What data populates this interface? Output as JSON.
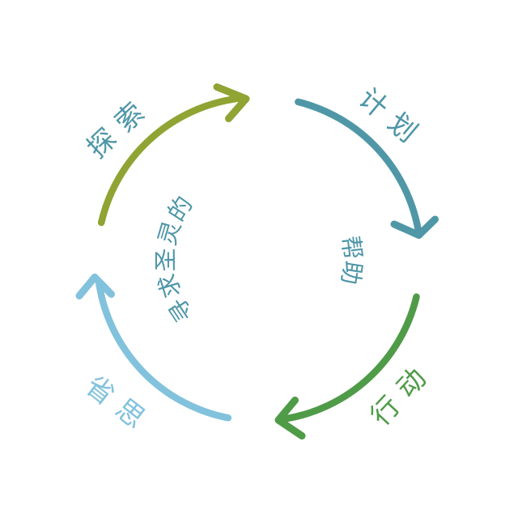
{
  "diagram": {
    "kind": "cycle",
    "direction": "clockwise",
    "steps": [
      {
        "id": "explore",
        "label": "探索",
        "position": "top-left",
        "arrow_color": "#8FA433",
        "label_color": "#4E96A8"
      },
      {
        "id": "plan",
        "label": "计划",
        "position": "top-right",
        "arrow_color": "#4F97A7",
        "label_color": "#4E96A8"
      },
      {
        "id": "act",
        "label": "行动",
        "position": "bottom-right",
        "arrow_color": "#4F9B48",
        "label_color": "#4F9B48"
      },
      {
        "id": "reflect",
        "label": "省思",
        "position": "bottom-left",
        "arrow_color": "#82C2DD",
        "label_color": "#82C2DD"
      }
    ],
    "center_text": {
      "full_text": "寻求圣灵的帮助",
      "line1": "寻求圣灵的",
      "line2": "帮助",
      "color": "#4E96A8"
    }
  },
  "colors": {
    "background": "#FFFFFF",
    "olive": "#8FA433",
    "teal": "#4E96A8",
    "green": "#4F9B48",
    "light_blue": "#82C2DD"
  }
}
